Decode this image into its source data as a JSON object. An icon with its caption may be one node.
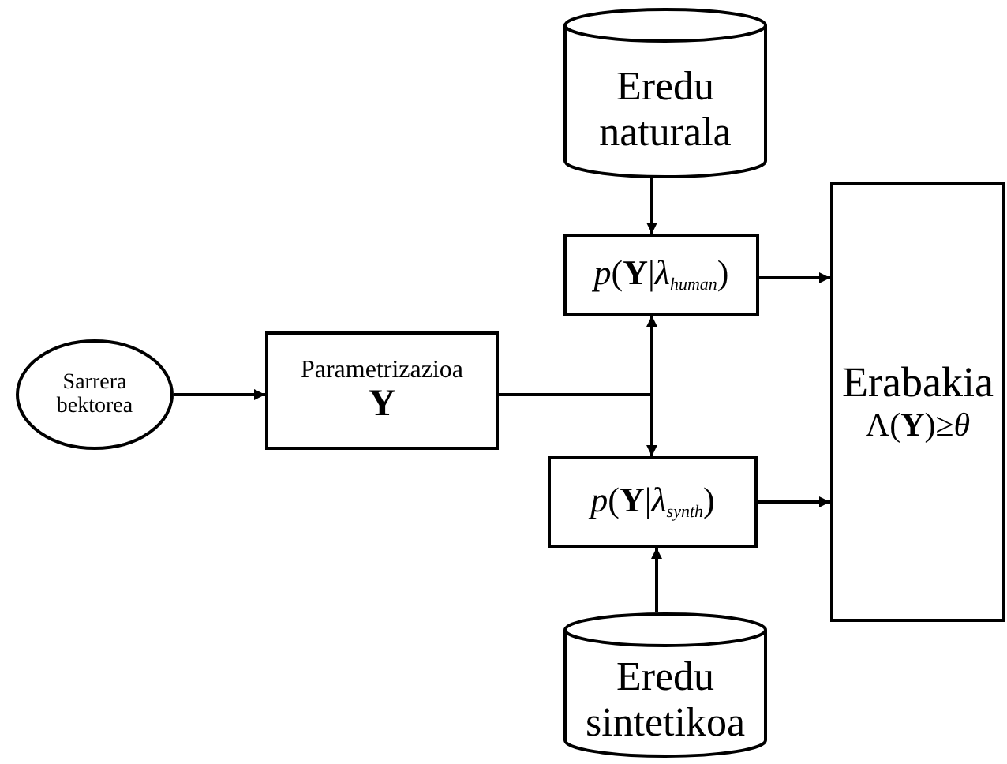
{
  "diagram": {
    "nodes": [
      {
        "text": [
          "Sarrera bektorea"
        ]
      },
      {
        "text": [
          "Parametrizazioa",
          "Y"
        ]
      },
      {
        "text": [
          "Eredu naturala"
        ]
      },
      {
        "text": [
          "*p*(**Y**|*λ*$_{human}$)"
        ]
      },
      {
        "text": [
          "*p*(**Y**|*λ*$_{synth}$)"
        ]
      },
      {
        "text": [
          "Eredu sintetikoa"
        ]
      },
      {
        "text": [
          "Erabakia",
          "Λ(**Y**)≥*θ*"
        ]
      }
    ],
    "edges": [
      {
        "from": 0,
        "to": 1,
        "arrow": "to"
      },
      {
        "from": 1,
        "to": 3,
        "arrow": "to"
      },
      {
        "from": 1,
        "to": 4,
        "arrow": "to"
      },
      {
        "from": 2,
        "to": 3,
        "arrow": "to"
      },
      {
        "from": 5,
        "to": 4,
        "arrow": "to"
      },
      {
        "from": 3,
        "to": 6,
        "arrow": "to"
      },
      {
        "from": 4,
        "to": 6,
        "arrow": "to"
      }
    ]
  }
}
